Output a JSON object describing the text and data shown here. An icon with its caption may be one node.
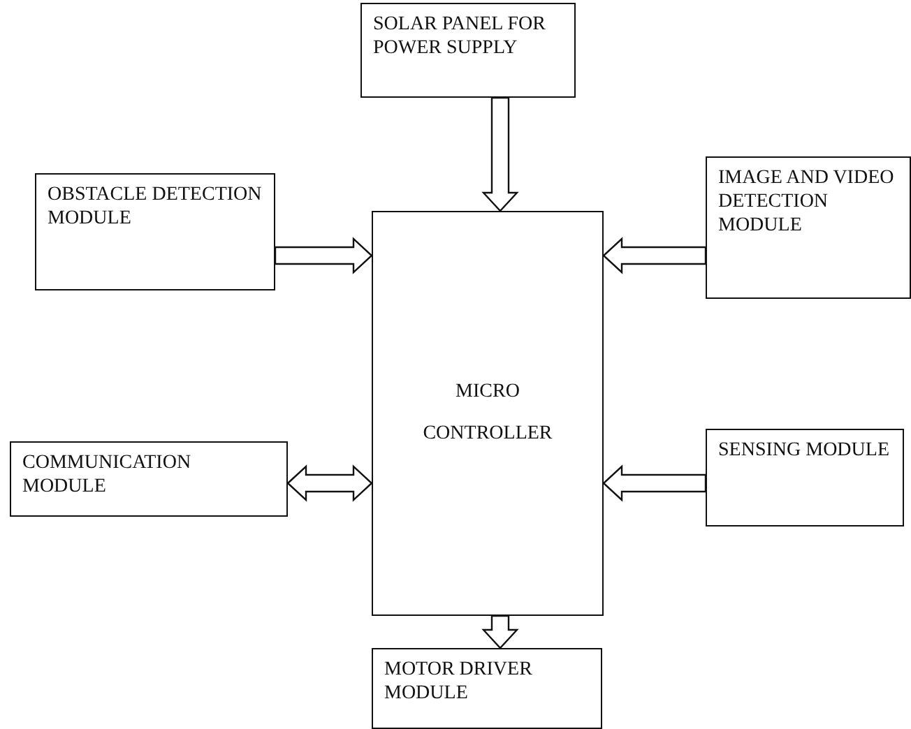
{
  "diagram": {
    "nodes": [
      {
        "text": [
          "SOLAR PANEL FOR POWER SUPPLY"
        ]
      },
      {
        "text": [
          "OBSTACLE DETECTION MODULE"
        ]
      },
      {
        "text": [
          "MICRO CONTROLLER"
        ]
      },
      {
        "text": [
          "IMAGE AND VIDEO DETECTION MODULE"
        ]
      },
      {
        "text": [
          "COMMUNICATION MODULE"
        ]
      },
      {
        "text": [
          "SENSING MODULE"
        ]
      },
      {
        "text": [
          "MOTOR DRIVER MODULE"
        ]
      }
    ],
    "edges": [
      {
        "from": 0,
        "to": 2,
        "arrow": "to"
      },
      {
        "from": 1,
        "to": 2,
        "arrow": "to"
      },
      {
        "from": 3,
        "to": 2,
        "arrow": "to"
      },
      {
        "from": 4,
        "to": 2,
        "arrow": "both"
      },
      {
        "from": 5,
        "to": 2,
        "arrow": "to"
      },
      {
        "from": 2,
        "to": 6,
        "arrow": "to"
      }
    ]
  }
}
